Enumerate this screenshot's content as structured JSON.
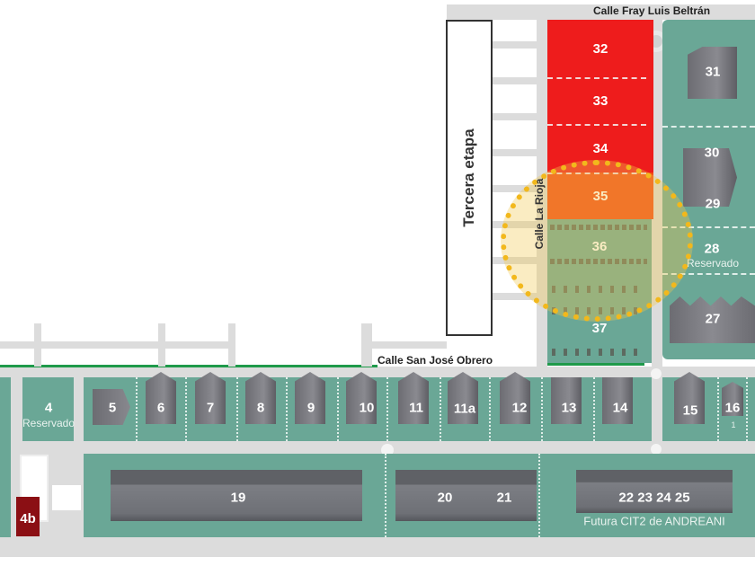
{
  "streets": {
    "top": "Calle Fray Luis Beltrán",
    "middle": "Calle San José Obrero",
    "vertical": "Calle La Rioja"
  },
  "stage_label": "Tercera etapa",
  "lots_red": [
    {
      "id": "32",
      "color": "#ee1c1c"
    },
    {
      "id": "33",
      "color": "#ee1c1c"
    },
    {
      "id": "34",
      "color": "#ee1c1c"
    },
    {
      "id": "35",
      "color": "#f24a14"
    }
  ],
  "lots_highlight": [
    "36",
    "37"
  ],
  "lots_right": {
    "l31": "31",
    "l30": "30",
    "l29": "29",
    "l28": "28",
    "l28_note": "Reservado",
    "l27": "27"
  },
  "lots_row": {
    "l4": "4",
    "l4_note": "Reservado",
    "l5": "5",
    "l6": "6",
    "l7": "7",
    "l8": "8",
    "l9": "9",
    "l10": "10",
    "l11": "11",
    "l11a": "11a",
    "l12": "12",
    "l13": "13",
    "l14": "14",
    "l15": "15",
    "l16": "16",
    "l16_note": "1"
  },
  "lots_bottom": {
    "l19": "19",
    "l20": "20",
    "l21": "21",
    "l22_25": "22 23 24 25",
    "future_note": "Futura CIT2 de ANDREANI",
    "l4b": "4b"
  },
  "colors": {
    "lot_green": "#6aa796",
    "sold_red": "#ee1c1c",
    "lot_4b": "#8b0f14",
    "highlight": "#f2b81c"
  }
}
